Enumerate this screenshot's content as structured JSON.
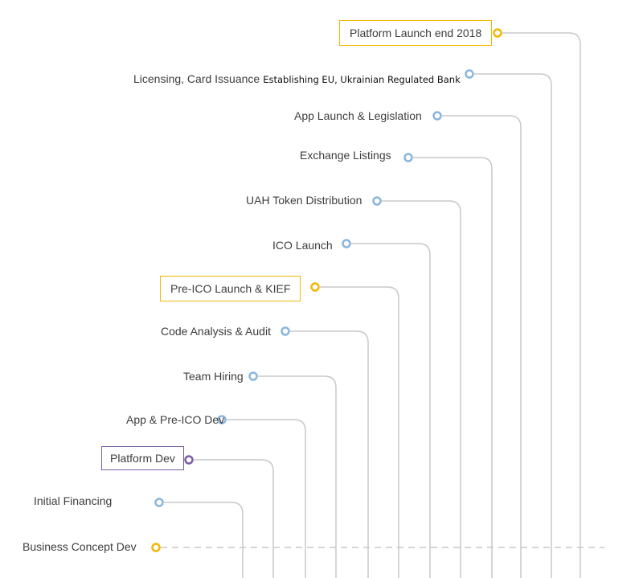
{
  "colors": {
    "line": "#c9c9c9",
    "dot_blue": "#8ab6dc",
    "dot_yellow": "#f2b705",
    "dot_purple": "#7b5ea7",
    "dashed": "#c9c9c9"
  },
  "milestones": [
    {
      "label": "Platform Launch end 2018",
      "sub": "",
      "dot": "yellow",
      "boxed": "yellow"
    },
    {
      "label": "Licensing, Card Issuance",
      "sub": "Establishing EU, Ukrainian Regulated Bank",
      "dot": "blue",
      "boxed": ""
    },
    {
      "label": "App Launch & Legislation",
      "sub": "",
      "dot": "blue",
      "boxed": ""
    },
    {
      "label": "Exchange Listings",
      "sub": "",
      "dot": "blue",
      "boxed": ""
    },
    {
      "label": "UAH Token Distribution",
      "sub": "",
      "dot": "blue",
      "boxed": ""
    },
    {
      "label": "ICO Launch",
      "sub": "",
      "dot": "blue",
      "boxed": ""
    },
    {
      "label": "Pre-ICO Launch & KIEF",
      "sub": "",
      "dot": "yellow",
      "boxed": "yellow"
    },
    {
      "label": "Code Analysis & Audit",
      "sub": "",
      "dot": "blue",
      "boxed": ""
    },
    {
      "label": "Team Hiring",
      "sub": "",
      "dot": "blue",
      "boxed": ""
    },
    {
      "label": "App & Pre-ICO Dev",
      "sub": "",
      "dot": "blue",
      "boxed": ""
    },
    {
      "label": "Platform Dev",
      "sub": "",
      "dot": "purple",
      "boxed": "purple"
    },
    {
      "label": "Initial Financing",
      "sub": "",
      "dot": "blue",
      "boxed": ""
    },
    {
      "label": "Business Concept Dev",
      "sub": "",
      "dot": "yellow",
      "boxed": ""
    }
  ]
}
